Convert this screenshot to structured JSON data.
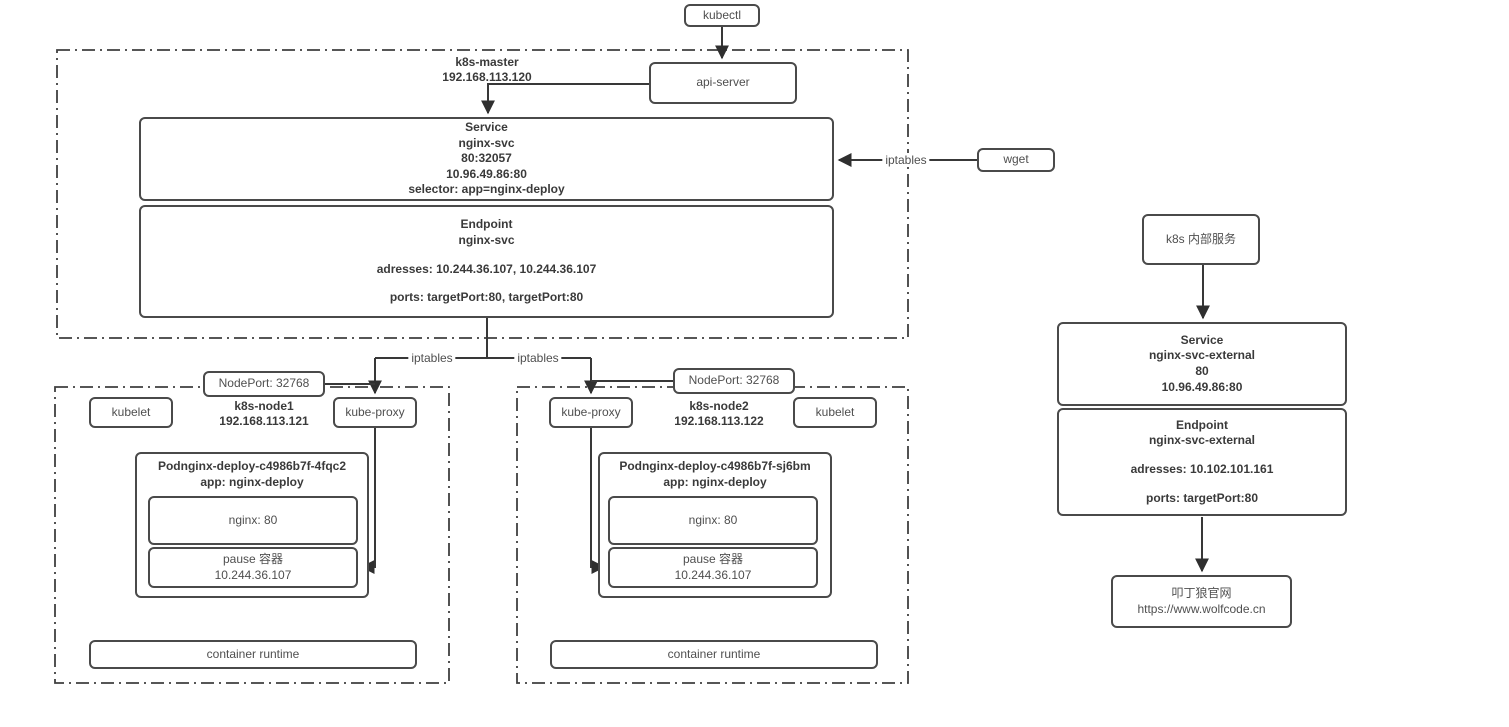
{
  "top": {
    "kubectl": "kubectl",
    "api_server": "api-server",
    "wget": "wget"
  },
  "labels": {
    "iptables_wget": "iptables",
    "iptables_node1": "iptables",
    "iptables_node2": "iptables"
  },
  "master": {
    "title": "k8s-master",
    "ip": "192.168.113.120",
    "service": {
      "name": "Service",
      "instance": "nginx-svc",
      "ports": "80:32057",
      "cluster_ip": "10.96.49.86:80",
      "selector": "selector: app=nginx-deploy"
    },
    "endpoint": {
      "name": "Endpoint",
      "instance": "nginx-svc",
      "addresses": "adresses: 10.244.36.107, 10.244.36.107",
      "ports": "ports: targetPort:80, targetPort:80"
    }
  },
  "node1": {
    "nodeport": "NodePort: 32768",
    "title": "k8s-node1",
    "ip": "192.168.113.121",
    "kubelet": "kubelet",
    "kube_proxy": "kube-proxy",
    "pod": {
      "name": "Podnginx-deploy-c4986b7f-4fqc2",
      "app": "app: nginx-deploy",
      "nginx": "nginx: 80",
      "pause_label": "pause 容器",
      "pause_ip": "10.244.36.107"
    },
    "runtime": "container runtime"
  },
  "node2": {
    "nodeport": "NodePort: 32768",
    "title": "k8s-node2",
    "ip": "192.168.113.122",
    "kubelet": "kubelet",
    "kube_proxy": "kube-proxy",
    "pod": {
      "name": "Podnginx-deploy-c4986b7f-sj6bm",
      "app": "app: nginx-deploy",
      "nginx": "nginx: 80",
      "pause_label": "pause 容器",
      "pause_ip": "10.244.36.107"
    },
    "runtime": "container runtime"
  },
  "external": {
    "entry": "k8s 内部服务",
    "service": {
      "name": "Service",
      "instance": "nginx-svc-external",
      "port": "80",
      "cluster_ip": "10.96.49.86:80"
    },
    "endpoint": {
      "name": "Endpoint",
      "instance": "nginx-svc-external",
      "addresses": "adresses: 10.102.101.161",
      "ports": "ports: targetPort:80"
    },
    "site": {
      "title": "叩丁狼官网",
      "url": "https://www.wolfcode.cn"
    }
  },
  "colors": {
    "stroke": "#383838",
    "box_border": "#4a4a4a",
    "text_dark": "#3a3a3a",
    "text_gray": "#4f4f4f",
    "background": "#ffffff"
  }
}
